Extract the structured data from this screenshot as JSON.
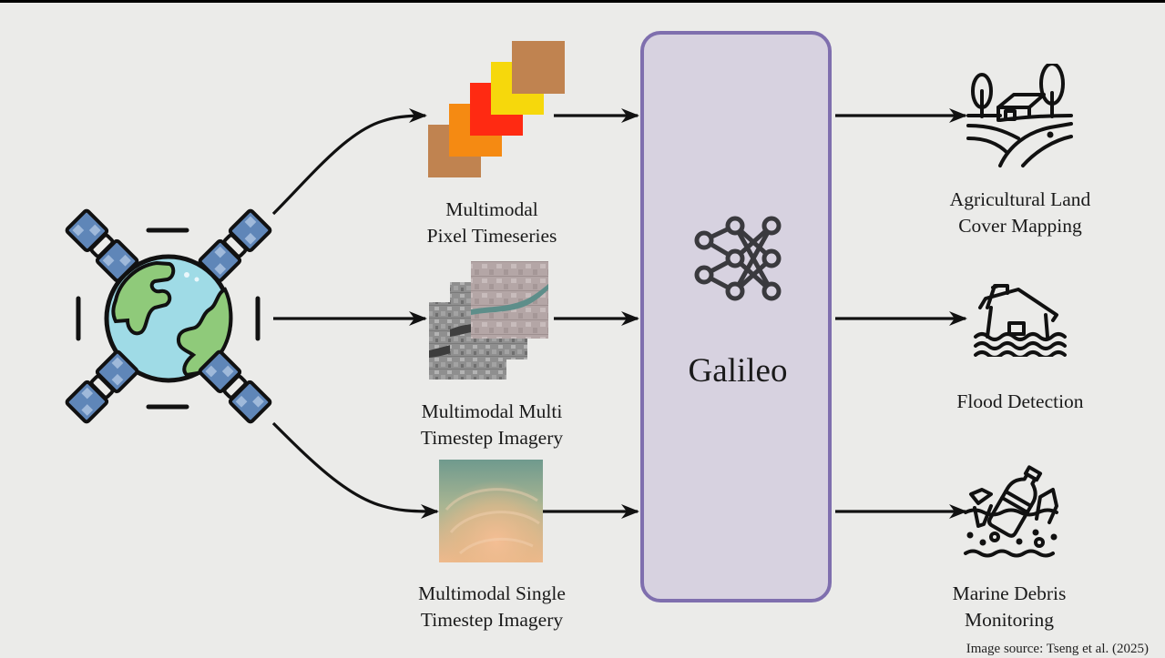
{
  "diagram": {
    "source_icon": "earth-with-satellites-icon",
    "inputs": [
      {
        "id": "pixel-timeseries",
        "line1": "Multimodal",
        "line2": "Pixel Timeseries",
        "icon": "stacked-colored-squares-icon"
      },
      {
        "id": "multi-timestep",
        "line1": "Multimodal Multi",
        "line2": "Timestep Imagery",
        "icon": "satellite-image-tiles-icon"
      },
      {
        "id": "single-timestep",
        "line1": "Multimodal Single",
        "line2": "Timestep Imagery",
        "icon": "satellite-image-icon"
      }
    ],
    "model": {
      "title": "Galileo",
      "icon": "neural-network-icon"
    },
    "outputs": [
      {
        "id": "agri",
        "line1": "Agricultural Land",
        "line2": "Cover Mapping",
        "icon": "farm-icon"
      },
      {
        "id": "flood",
        "line1": "Flood Detection",
        "line2": "",
        "icon": "flooded-house-icon"
      },
      {
        "id": "marine",
        "line1": "Marine Debris",
        "line2": "Monitoring",
        "icon": "floating-bottle-icon"
      }
    ],
    "pixel_colors": [
      "#c08350",
      "#f58a12",
      "#ff2a12",
      "#f6d80c",
      "#c08350"
    ],
    "model_border_color": "#7f6fae",
    "model_fill_color": "#d7d2e0"
  },
  "credit": "Image source: Tseng et al. (2025)"
}
